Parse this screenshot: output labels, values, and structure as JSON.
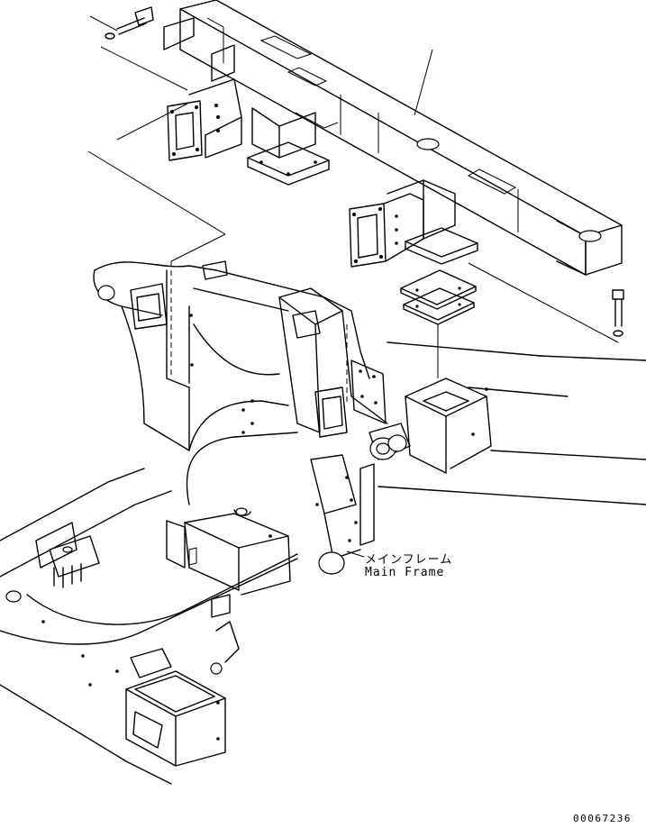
{
  "labels": {
    "main_frame_ja": "メインフレーム",
    "main_frame_en": "Main Frame"
  },
  "drawing_number": "00067236",
  "colors": {
    "line": "#000000",
    "background": "#ffffff"
  }
}
